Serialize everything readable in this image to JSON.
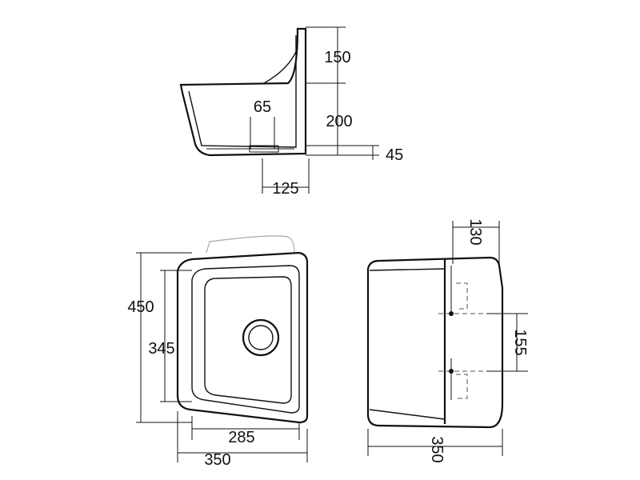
{
  "diagram": {
    "side_view": {
      "dims": {
        "top_height": "150",
        "bowl_height": "200",
        "waste_width": "65",
        "base_height": "45",
        "waste_offset": "125"
      }
    },
    "top_view": {
      "dims": {
        "overall_depth": "450",
        "bowl_depth": "345",
        "bowl_width": "285",
        "overall_width": "350"
      }
    },
    "back_view": {
      "dims": {
        "upstand": "130",
        "fixing_centres": "155",
        "overall_width": "350"
      }
    }
  }
}
